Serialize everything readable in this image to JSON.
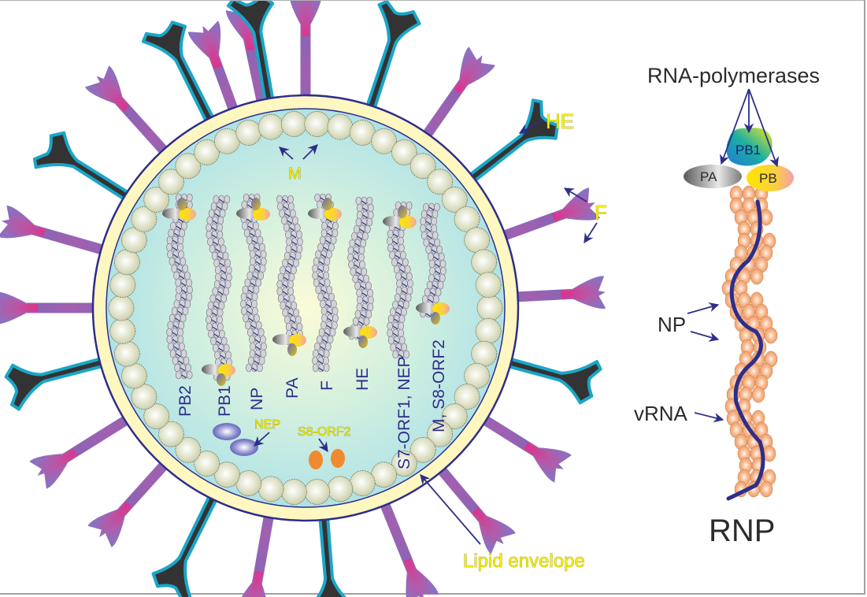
{
  "diagram": {
    "title": "Virion structure and RNP",
    "virion": {
      "labels": {
        "he": "HE",
        "f": "F",
        "m": "M",
        "nep": "NEP",
        "s8orf2": "S8-ORF2",
        "lipid_envelope": "Lipid envelope"
      },
      "segments": [
        {
          "name": "PB2"
        },
        {
          "name": "PB1"
        },
        {
          "name": "NP"
        },
        {
          "name": "PA"
        },
        {
          "name": "F"
        },
        {
          "name": "HE"
        },
        {
          "name": "S7-ORF1, NEP"
        },
        {
          "name": "M, S8-ORF2"
        }
      ]
    },
    "rnp": {
      "title": "RNP",
      "polymerase_label": "RNA-polymerases",
      "subunits": {
        "pb1": "PB1",
        "pa": "PA",
        "pb": "PB"
      },
      "np_label": "NP",
      "vrna_label": "vRNA"
    },
    "colors": {
      "label_yellow": "#f5f000",
      "arrow_blue": "#2e2e8a",
      "envelope": "#fff7c0",
      "matrix": "#d9dcc0",
      "core": "#bfe6ec",
      "np_orange": "#f4a676",
      "he_dark": "#333333",
      "he_outline": "#1aa6c8",
      "f_purple": "#8a5fb0",
      "f_pink": "#ee2a8a"
    }
  }
}
